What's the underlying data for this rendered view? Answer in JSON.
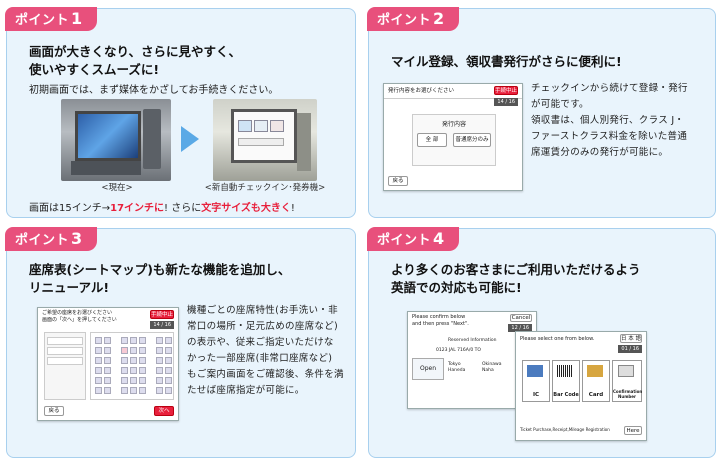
{
  "p1": {
    "tag": "ポイント",
    "num": "1",
    "headline_1": "画面が大きくなり、さらに見やすく、",
    "headline_2": "使いやすくスムーズに!",
    "sub": "初期画面では、まず媒体をかざしてお手続きください。",
    "caption_old": "<現在>",
    "caption_new": "<新自動チェックイン･発券機>",
    "bottom_a": "画面は15インチ→",
    "bottom_b": "17インチに",
    "bottom_c": "! さらに",
    "bottom_d": "文字サイズも大きく",
    "bottom_e": "!"
  },
  "p2": {
    "tag": "ポイント",
    "num": "2",
    "headline": "マイル登録、領収書発行がさらに便利に!",
    "body": [
      "チェックインから続けて登録・発行",
      "が可能です。",
      "領収書は、個人別発行、クラス J・",
      "ファーストクラス料金を除いた普通",
      "席運賃分のみの発行が可能に。"
    ],
    "mock": {
      "title": "発行内容をお選びください",
      "close": "手続中止",
      "page": "14 / 16",
      "panel_title": "発行内容",
      "btn_all": "全 部",
      "btn_normal": "普通席分のみ",
      "back": "戻る"
    }
  },
  "p3": {
    "tag": "ポイント",
    "num": "3",
    "headline_1": "座席表(シートマップ)も新たな機能を追加し、",
    "headline_2": "リニューアル!",
    "body": [
      "機種ごとの座席特性(お手洗い・非",
      "常口の場所・足元広めの座席など)",
      "の表示や、従来ご指定いただけな",
      "かった一部座席(非常口座席など)",
      "もご案内画面をご確認後、条件を満",
      "たせば座席指定が可能に。"
    ],
    "mock": {
      "title_1": "ご希望の座席をお選びください",
      "title_2": "画面の「次へ」を押してください",
      "close": "手続中止",
      "page": "14 / 16",
      "back": "戻る",
      "next": "次へ"
    }
  },
  "p4": {
    "tag": "ポイント",
    "num": "4",
    "headline_1": "より多くのお客さまにご利用いただけるよう",
    "headline_2": "英語での対応も可能に!",
    "mock_back": {
      "title_1": "Please confirm below",
      "title_2": "and then press \"Next\".",
      "cancel": "Cancel",
      "page": "12 / 16",
      "info": "Reserved Information",
      "flight": "0123 JAL 716A/0 TO",
      "open": "Open",
      "from": "Tokyo Haneda",
      "to": "Okinawa Naha"
    },
    "mock_front": {
      "title": "Please select one from below.",
      "lang": "日 本 語",
      "page": "01 / 16",
      "opt_ic": "IC",
      "opt_bar": "Bar Code",
      "opt_card": "Card",
      "opt_conf": "Confirmation Number",
      "footer": "Ticket Purchase,Receipt,Mileage Registration",
      "more": "Here"
    }
  },
  "colors": {
    "tag": "#e8507c",
    "card_bg": "#e9f4fc",
    "border": "#a8d0ee",
    "accent_red": "#e8203c",
    "arrow": "#5aa9e6"
  }
}
